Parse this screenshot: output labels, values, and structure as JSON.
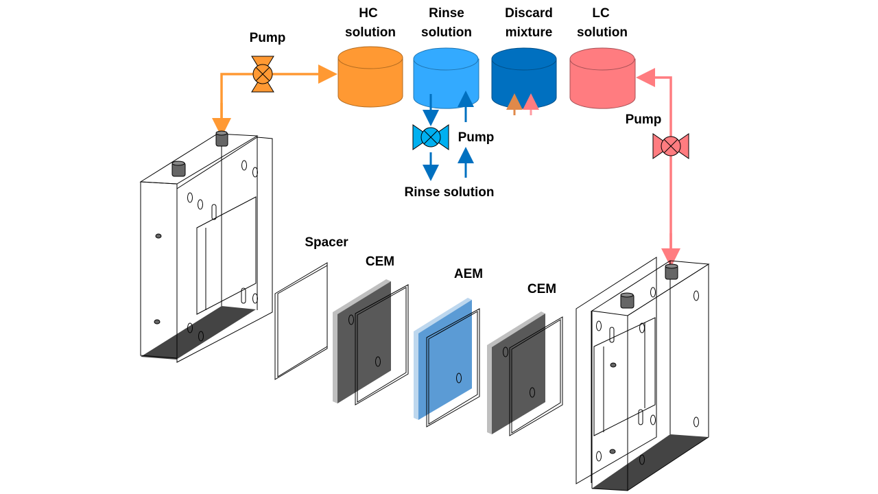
{
  "labels": {
    "pump_left": "Pump",
    "hc_line1": "HC",
    "hc_line2": "solution",
    "rinse_line1": "Rinse",
    "rinse_line2": "solution",
    "discard_line1": "Discard",
    "discard_line2": "mixture",
    "lc_line1": "LC",
    "lc_line2": "solution",
    "pump_middle": "Pump",
    "rinse_solution_bottom": "Rinse solution",
    "pump_right": "Pump",
    "spacer": "Spacer",
    "cem_1": "CEM",
    "aem": "AEM",
    "cem_2": "CEM"
  },
  "colors": {
    "hc": "#FF9933",
    "rinse": "#33AAFF",
    "discard": "#0070C0",
    "lc": "#FF7C80",
    "aem": "#5B9BD5",
    "cem": "#595959"
  }
}
